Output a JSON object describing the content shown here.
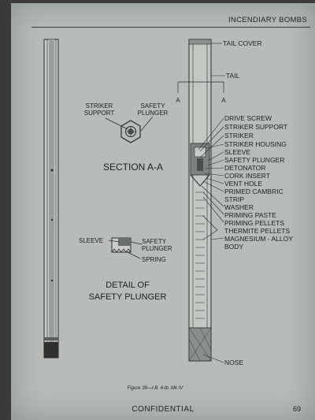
{
  "header": {
    "section_title": "INCENDIARY BOMBS"
  },
  "section_view": {
    "title": "SECTION A-A",
    "striker_support_label": [
      "STRIKER",
      "SUPPORT"
    ],
    "safety_plunger_label": [
      "SAFETY",
      "PLUNGER"
    ]
  },
  "detail_view": {
    "title": [
      "DETAIL OF",
      "SAFETY PLUNGER"
    ],
    "sleeve_label": "SLEEVE",
    "safety_plunger_label": [
      "SAFETY",
      "PLUNGER"
    ],
    "spring_label": "SPRING"
  },
  "main_view": {
    "section_marker": "A",
    "callouts": [
      "TAIL COVER",
      "TAIL",
      "DRIVE SCREW",
      "STRIKER SUPPORT",
      "STRIKER",
      "STRIKER HOUSING",
      "SLEEVE",
      "SAFETY PLUNGER",
      "DETONATOR",
      "CORK INSERT",
      "VENT HOLE",
      "PRIMED CAMBRIC",
      "STRIP",
      "WASHER",
      "PRIMING PASTE",
      "PRIMING PELLETS",
      "THERMITE PELLETS",
      "MAGNESIUM - ALLOY",
      "BODY",
      "NOSE"
    ]
  },
  "caption": "Figure 39—I.B. 4-lb. Mk IV",
  "footer": {
    "classification": "CONFIDENTIAL",
    "page_number": "69"
  }
}
